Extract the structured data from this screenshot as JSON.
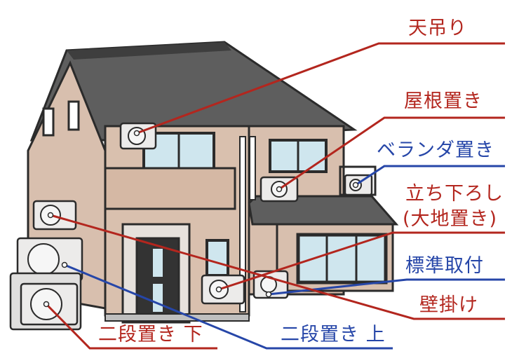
{
  "colors": {
    "red_callout": "#b3261e",
    "blue_callout": "#2646a8",
    "roof": "#5a5a5a",
    "wall": "#d8bfae",
    "wall_light": "#e6e1dc",
    "outline": "#2b2b2b",
    "ac_unit": "#ecebea"
  },
  "labels": {
    "ceiling_hung": "天吊り",
    "roof_mount": "屋根置き",
    "veranda_mount": "ベランダ置き",
    "standing_ground_1": "立ち下ろし",
    "standing_ground_2": "(大地置き)",
    "standard_mount": "標準取付",
    "wall_mount": "壁掛け",
    "two_tier_upper": "二段置き 上",
    "two_tier_lower": "二段置き 下"
  }
}
